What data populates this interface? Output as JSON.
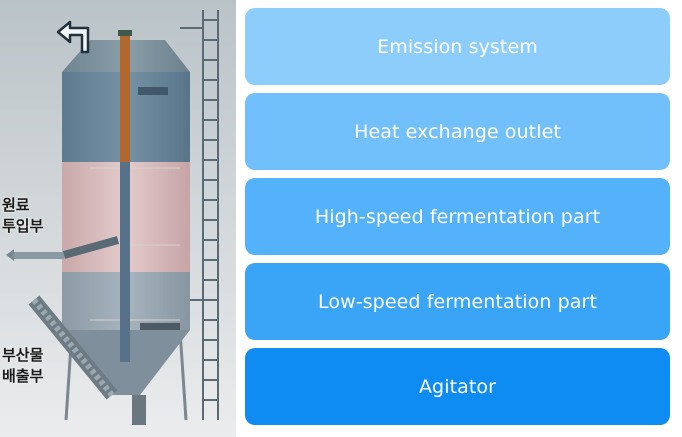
{
  "diagram": {
    "labels": {
      "feed_inlet": [
        "원료",
        "투입부"
      ],
      "byproduct_outlet": [
        "부산물",
        "배출부"
      ]
    },
    "icons": [
      "return-arrow-icon"
    ]
  },
  "stages": [
    {
      "label": "Emission system",
      "color": "#8ccdfc"
    },
    {
      "label": "Heat exchange outlet",
      "color": "#72c0fb"
    },
    {
      "label": "High-speed fermentation part",
      "color": "#53b2fa"
    },
    {
      "label": "Low-speed fermentation part",
      "color": "#3aa5f6"
    },
    {
      "label": "Agitator",
      "color": "#0e8cf1"
    }
  ]
}
